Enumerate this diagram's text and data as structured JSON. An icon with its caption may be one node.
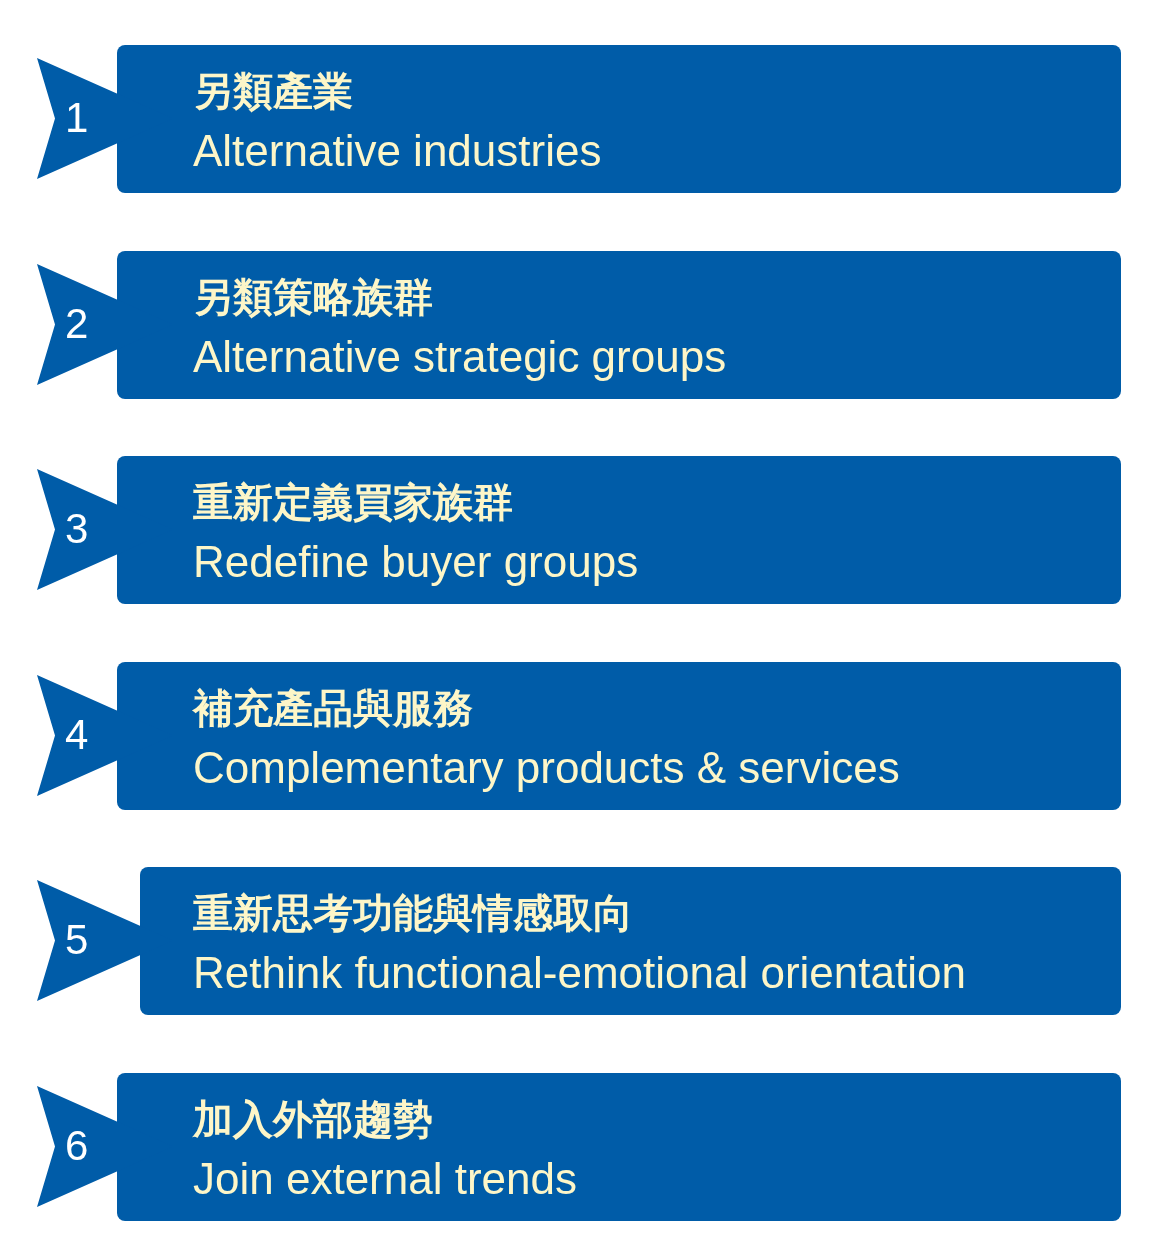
{
  "diagram": {
    "nodes": [
      {
        "text": [
          "1"
        ]
      },
      {
        "text": [
          "另類產業",
          "Alternative industries"
        ]
      },
      {
        "text": [
          "2"
        ]
      },
      {
        "text": [
          "另類策略族群",
          "Alternative strategic groups"
        ]
      },
      {
        "text": [
          "3"
        ]
      },
      {
        "text": [
          "重新定義買家族群",
          "Redefine buyer groups"
        ]
      },
      {
        "text": [
          "4"
        ]
      },
      {
        "text": [
          "補充產品與服務",
          "Complementary products & services"
        ]
      },
      {
        "text": [
          "5"
        ]
      },
      {
        "text": [
          "重新思考功能與情感取向",
          "Rethink functional-emotional orientation"
        ]
      },
      {
        "text": [
          "6"
        ]
      },
      {
        "text": [
          "加入外部趨勢",
          "Join external trends"
        ]
      }
    ]
  }
}
